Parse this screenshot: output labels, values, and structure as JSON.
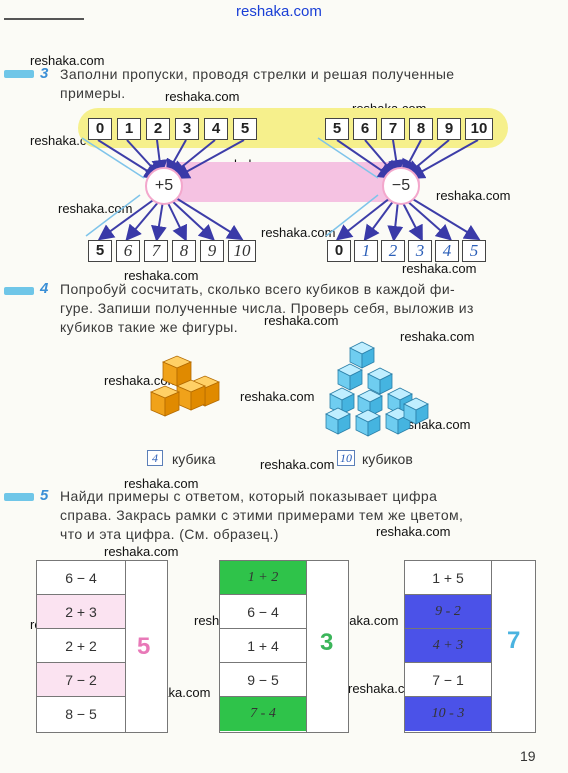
{
  "watermark": "reshaka.com",
  "tasks": {
    "task3": {
      "number": "3",
      "text_line1": "Заполни пропуски, проводя стрелки и решая полученные",
      "text_line2": "примеры.",
      "top_left": [
        "0",
        "1",
        "2",
        "3",
        "4",
        "5"
      ],
      "top_right": [
        "5",
        "6",
        "7",
        "8",
        "9",
        "10"
      ],
      "op_left": "+5",
      "op_right": "−5",
      "bottom_left": [
        "5",
        "6",
        "7",
        "8",
        "9",
        "10"
      ],
      "bottom_right": [
        "0",
        "1",
        "2",
        "3",
        "4",
        "5"
      ]
    },
    "task4": {
      "number": "4",
      "text_line1": "Попробуй сосчитать, сколько всего кубиков в каждой фи-",
      "text_line2": "гуре. Запиши полученные числа. Проверь себя, выложив из",
      "text_line3": "кубиков такие же фигуры.",
      "answer_left": "4",
      "label_left": "кубика",
      "answer_right": "10",
      "label_right": "кубиков"
    },
    "task5": {
      "number": "5",
      "text_line1": "Найди примеры с ответом, который показывает цифра",
      "text_line2": "справа. Закрась рамки с этими примерами тем же цветом,",
      "text_line3": "что и эта цифра. (См. образец.)",
      "tables": [
        {
          "answer": "5",
          "answer_color": "#e879b8",
          "rows": [
            {
              "text": "6 − 4",
              "fill": "#ffffff",
              "italic": false
            },
            {
              "text": "2 + 3",
              "fill": "#fbe3f1",
              "italic": false
            },
            {
              "text": "2 + 2",
              "fill": "#ffffff",
              "italic": false
            },
            {
              "text": "7 − 2",
              "fill": "#fbe3f1",
              "italic": false
            },
            {
              "text": "8 − 5",
              "fill": "#ffffff",
              "italic": false
            }
          ]
        },
        {
          "answer": "3",
          "answer_color": "#3bb55a",
          "rows": [
            {
              "text": "1 + 2",
              "fill": "#2fc34a",
              "italic": true
            },
            {
              "text": "6 − 4",
              "fill": "#ffffff",
              "italic": false
            },
            {
              "text": "1 + 4",
              "fill": "#ffffff",
              "italic": false
            },
            {
              "text": "9 − 5",
              "fill": "#ffffff",
              "italic": false
            },
            {
              "text": "7 - 4",
              "fill": "#2fc34a",
              "italic": true
            }
          ]
        },
        {
          "answer": "7",
          "answer_color": "#4ab3e0",
          "rows": [
            {
              "text": "1 + 5",
              "fill": "#ffffff",
              "italic": false
            },
            {
              "text": "9 - 2",
              "fill": "#4b52e8",
              "italic": true
            },
            {
              "text": "4 + 3",
              "fill": "#4b52e8",
              "italic": true
            },
            {
              "text": "7 − 1",
              "fill": "#ffffff",
              "italic": false
            },
            {
              "text": "10 - 3",
              "fill": "#4b52e8",
              "italic": true
            }
          ]
        }
      ]
    }
  },
  "page_number": "19"
}
